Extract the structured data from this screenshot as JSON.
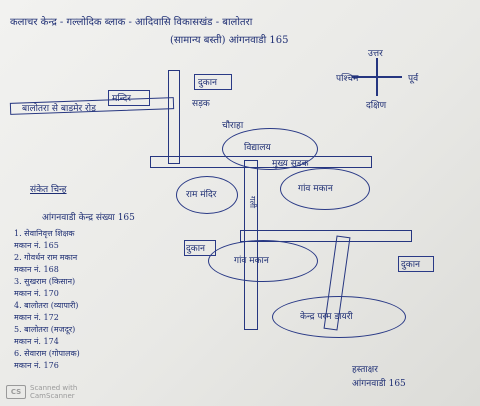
{
  "header": {
    "line1": "कलाचर केन्द्र - गल्लोदिक ब्लाक - आदिवासि विकासखंड - बालोतरा",
    "line2": "(सामान्य बस्ती)   आंगनवाडी 165"
  },
  "compass": {
    "north": "उत्तर",
    "south": "दक्षिण",
    "east": "पूर्व",
    "west": "पश्चिम"
  },
  "map_labels": {
    "top_road": "बालोतरा से बाड़मेर रोड",
    "shop_top": "दुकान",
    "road_name": "सड़क",
    "temple": "मन्दिर",
    "school": "विद्यालय",
    "crossroad": "चौराहा",
    "house_left": "राम मंदिर",
    "house_right": "गांव मकान",
    "lane_label": "गली",
    "middle_road": "मुख्य सड़क",
    "mid_house": "गांव मकान",
    "small_shop": "दुकान",
    "right_shop": "दुकान",
    "bottom_house": "केन्द्र परम डायरी"
  },
  "legend": {
    "title": "संकेत चिन्ह",
    "heading": "आंगनवाडी केन्द्र संख्या 165",
    "items": [
      "1. सेवानिवृत्त शिक्षक",
      "   मकान नं. 165",
      "2. गोवर्धन राम मकान",
      "   मकान नं. 168",
      "3. सुखराम (किसान)",
      "   मकान नं. 170",
      "4. बालोतरा (व्यापारी)",
      "   मकान नं. 172",
      "5. बालोतरा (मजदूर)",
      "   मकान नं. 174",
      "6. सेवाराम (गोपालक)",
      "   मकान नं. 176"
    ]
  },
  "signature": {
    "line1": "हस्ताक्षर",
    "line2": "आंगनवाडी 165"
  },
  "watermark": {
    "badge": "CS",
    "line1": "Scanned with",
    "line2": "CamScanner"
  }
}
